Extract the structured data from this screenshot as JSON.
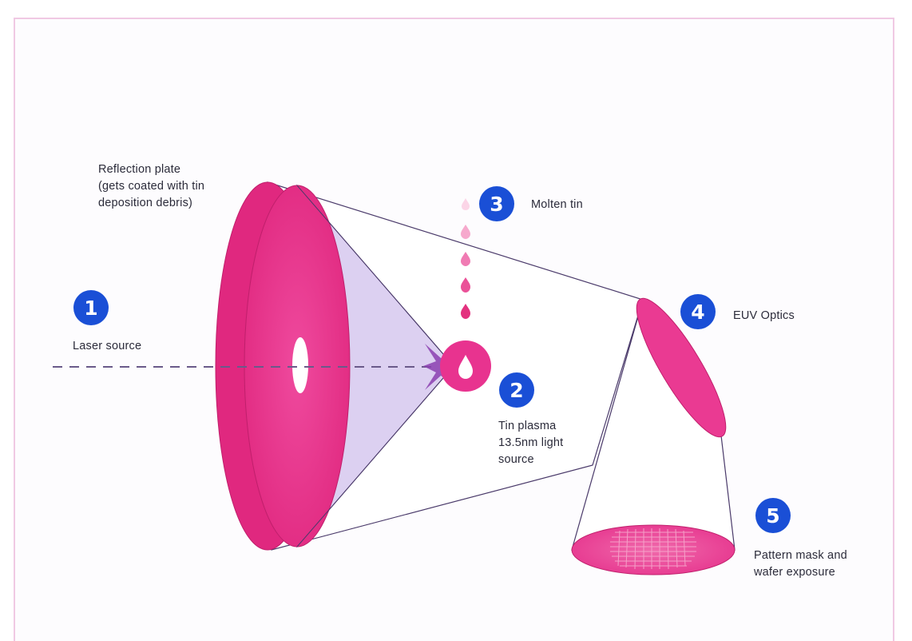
{
  "steps": [
    {
      "number": "1",
      "label": "Laser source"
    },
    {
      "number": "2",
      "label": "Tin plasma\n13.5nm light\nsource"
    },
    {
      "number": "3",
      "label": "Molten tin"
    },
    {
      "number": "4",
      "label": "EUV Optics"
    },
    {
      "number": "5",
      "label": "Pattern mask and\nwafer exposure"
    }
  ],
  "reflection_plate": "Reflection plate\n(gets coated with tin\ndeposition debris)",
  "colors": {
    "magenta": "#e8338f",
    "magenta_light": "#f05aa6",
    "cone_fill": "#d9cdf0",
    "outline": "#4a3a6a",
    "laser_line": "#6a5a8a",
    "badge": "#1a4fd6"
  }
}
